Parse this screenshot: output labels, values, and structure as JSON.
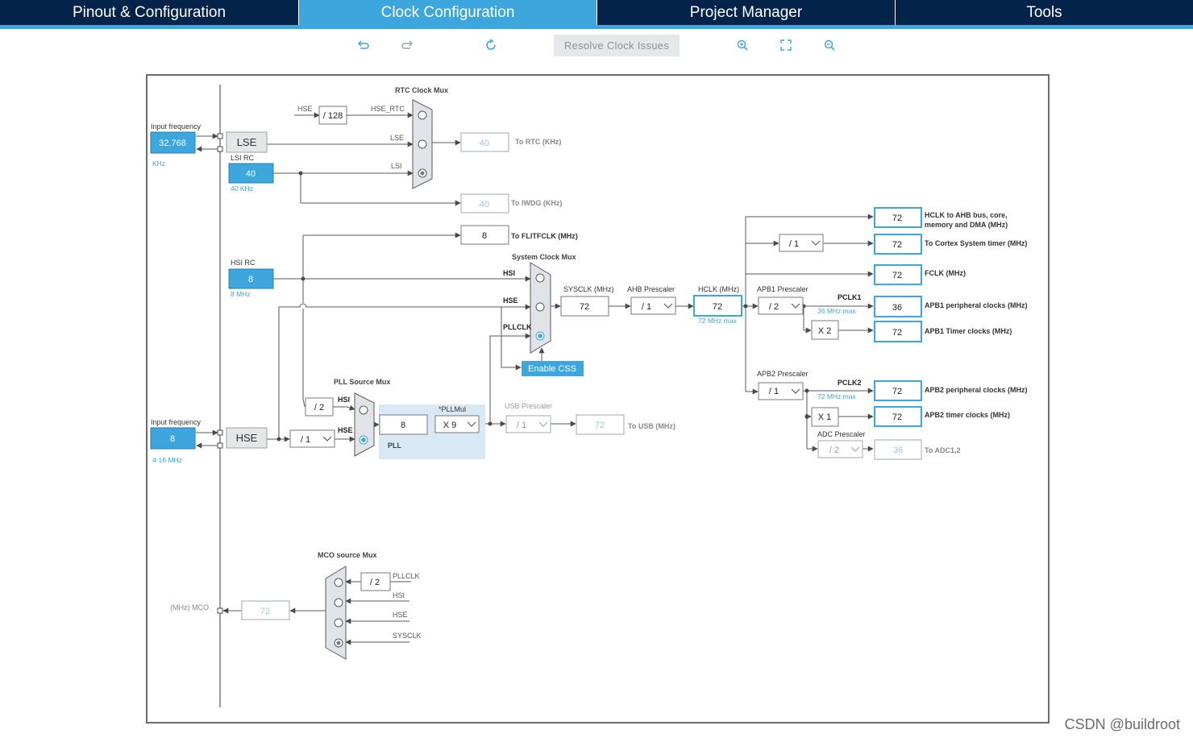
{
  "tabs": [
    {
      "label": "Pinout & Configuration",
      "active": false
    },
    {
      "label": "Clock Configuration",
      "active": true
    },
    {
      "label": "Project Manager",
      "active": false
    },
    {
      "label": "Tools",
      "active": false
    }
  ],
  "toolbar": {
    "undo_icon": "undo-icon",
    "redo_icon": "redo-icon",
    "refresh_icon": "refresh-icon",
    "resolve_label": "Resolve Clock Issues",
    "zoom_in_icon": "zoom-in-icon",
    "fit_icon": "fit-screen-icon",
    "zoom_out_icon": "zoom-out-icon"
  },
  "colors": {
    "accent": "#3ca6dd",
    "tab_bg": "#03234b",
    "source_box": "#3ca6dd",
    "pll_area": "#d8e8f5",
    "mux_fill": "#e0e4e8",
    "disabled_text": "#9cc7e6"
  },
  "labels": {
    "rtc_mux": "RTC Clock Mux",
    "hse_small": "HSE",
    "div128": "/ 128",
    "hse_rtc": "HSE_RTC",
    "lse_small": "LSE",
    "lsi_small": "LSI",
    "input_freq_1": "Input frequency",
    "lse_freq": "32.768",
    "khz": "KHz",
    "lse": "LSE",
    "lsi_rc": "LSI RC",
    "lsi_value": "40",
    "lsi_unit": "40 KHz",
    "rtc_value": "40",
    "to_rtc": "To RTC (KHz)",
    "iwdg_value": "40",
    "to_iwdg": "To IWDG (KHz)",
    "flit_value": "8",
    "to_flit": "To FLITFCLK (MHz)",
    "hsi_rc": "HSI RC",
    "hsi_value": "8",
    "hsi_unit": "8 MHz",
    "sysclk_mux": "System Clock Mux",
    "sys_hsi": "HSI",
    "sys_hse": "HSE",
    "sys_pllclk": "PLLCLK",
    "sysclk_label": "SYSCLK (MHz)",
    "sysclk_value": "72",
    "ahb_label": "AHB Prescaler",
    "ahb_value": "/ 1",
    "hclk_label": "HCLK (MHz)",
    "hclk_value": "72",
    "hclk_max": "72 MHz max",
    "enable_css": "Enable CSS",
    "pll_src_mux": "PLL Source Mux",
    "div2": "/ 2",
    "pll_hsi": "HSI",
    "pll_hse": "HSE",
    "pll_in": "8",
    "pllmul_label": "*PLLMul",
    "pllmul_value": "X 9",
    "pll": "PLL",
    "usb_label": "USB Prescaler",
    "usb_div": "/ 1",
    "usb_value": "72",
    "to_usb": "To USB (MHz)",
    "input_freq_2": "Input frequency",
    "hse_freq": "8",
    "hse_range": "4-16 MHz",
    "hse": "HSE",
    "hse_div": "/ 1",
    "apb1_label": "APB1 Prescaler",
    "apb1_value": "/ 2",
    "pclk1": "PCLK1",
    "pclk1_max": "36 MHz max",
    "x2": "X 2",
    "apb2_label": "APB2 Prescaler",
    "apb2_value": "/ 1",
    "pclk2": "PCLK2",
    "pclk2_max": "72 MHz max",
    "x1": "X 1",
    "adc_label": "ADC Prescaler",
    "adc_div": "/ 2",
    "adc_value": "36",
    "to_adc": "To ADC1,2",
    "out_hclk_value": "72",
    "out_hclk_label1": "HCLK to AHB bus, core,",
    "out_hclk_label2": "memory and DMA (MHz)",
    "out_cortex_div": "/ 1",
    "out_cortex_value": "72",
    "out_cortex_label": "To Cortex System timer (MHz)",
    "out_fclk_value": "72",
    "out_fclk_label": "FCLK (MHz)",
    "out_apb1p_value": "36",
    "out_apb1p_label": "APB1 peripheral clocks (MHz)",
    "out_apb1t_value": "72",
    "out_apb1t_label": "APB1 Timer clocks (MHz)",
    "out_apb2p_value": "72",
    "out_apb2p_label": "APB2 peripheral clocks (MHz)",
    "out_apb2t_value": "72",
    "out_apb2t_label": "APB2 timer clocks (MHz)",
    "mco_mux": "MCO source Mux",
    "mco_div2": "/ 2",
    "mco_pllclk": "PLLCLK",
    "mco_hsi": "HSI",
    "mco_hse": "HSE",
    "mco_sysclk": "SYSCLK",
    "mco_label": "(MHz) MCO",
    "mco_value": "72"
  },
  "watermark": "CSDN @buildroot"
}
